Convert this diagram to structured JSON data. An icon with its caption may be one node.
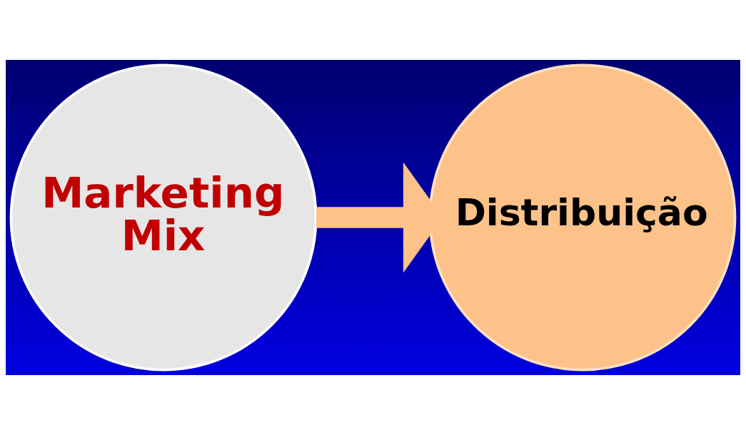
{
  "diagram": {
    "nodes": [
      {
        "text": [
          "Marketing Mix"
        ]
      },
      {
        "text": [
          "Distribuição"
        ]
      }
    ],
    "edges": [
      {
        "from": 0,
        "to": 1,
        "arrow": "to"
      }
    ]
  }
}
